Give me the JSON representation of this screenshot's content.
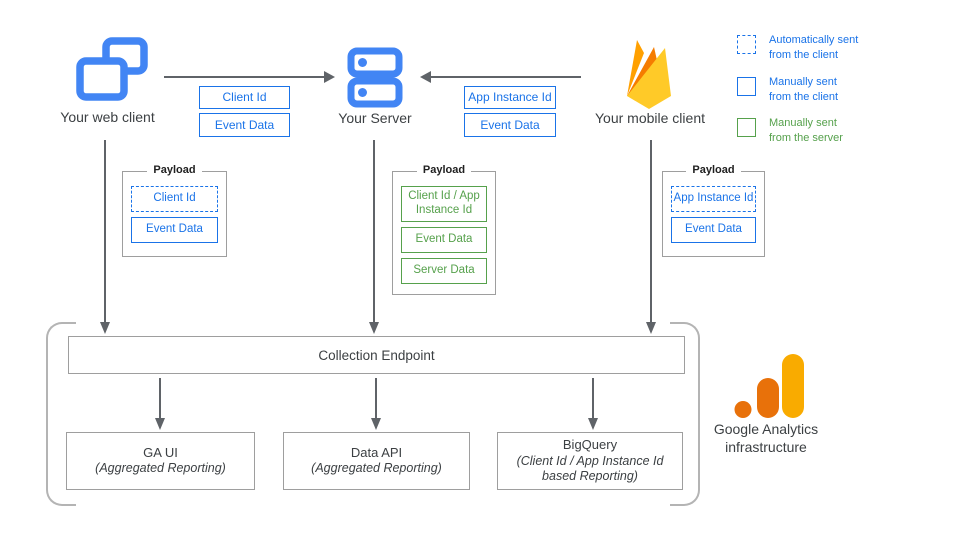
{
  "clients": {
    "web": {
      "label": "Your web client"
    },
    "server": {
      "label": "Your Server"
    },
    "mobile": {
      "label": "Your mobile client"
    }
  },
  "transfers": {
    "web_to_server": {
      "items": [
        {
          "text": "Client Id"
        },
        {
          "text": "Event Data"
        }
      ]
    },
    "mobile_to_server": {
      "items": [
        {
          "text": "App Instance Id"
        },
        {
          "text": "Event Data"
        }
      ]
    }
  },
  "payloads": {
    "web": {
      "title": "Payload",
      "items": [
        {
          "text": "Client Id",
          "kind": "auto-client"
        },
        {
          "text": "Event Data",
          "kind": "manual-client"
        }
      ]
    },
    "server": {
      "title": "Payload",
      "items": [
        {
          "text": "Client Id / App Instance Id",
          "kind": "manual-server"
        },
        {
          "text": "Event Data",
          "kind": "manual-server"
        },
        {
          "text": "Server Data",
          "kind": "manual-server"
        }
      ]
    },
    "mobile": {
      "title": "Payload",
      "items": [
        {
          "text": "App Instance Id",
          "kind": "auto-client"
        },
        {
          "text": "Event Data",
          "kind": "manual-client"
        }
      ]
    }
  },
  "legend": {
    "items": [
      {
        "line1": "Automatically sent",
        "line2": "from the client",
        "kind": "auto-client"
      },
      {
        "line1": "Manually sent",
        "line2": "from the client",
        "kind": "manual-client"
      },
      {
        "line1": "Manually sent",
        "line2": "from the server",
        "kind": "manual-server"
      }
    ]
  },
  "infrastructure": {
    "endpoint_label": "Collection Endpoint",
    "outputs": [
      {
        "title": "GA UI",
        "subtitle": "(Aggregated Reporting)"
      },
      {
        "title": "Data API",
        "subtitle": "(Aggregated Reporting)"
      },
      {
        "title": "BigQuery",
        "subtitle": "(Client Id / App Instance Id based Reporting)"
      }
    ],
    "caption_line1": "Google Analytics",
    "caption_line2": "infrastructure"
  },
  "colors": {
    "accent_blue": "#1a73e8",
    "icon_blue": "#4285f4",
    "accent_green": "#56a14c",
    "arrow_gray": "#5f6368",
    "border_gray": "#9e9e9e",
    "bracket_gray": "#b4b4b4",
    "ga_amber": "#f9ab00",
    "ga_orange": "#e8710a",
    "firebase_yellow": "#ffca28",
    "firebase_orange": "#ffa000",
    "firebase_deep_orange": "#f57c00"
  }
}
